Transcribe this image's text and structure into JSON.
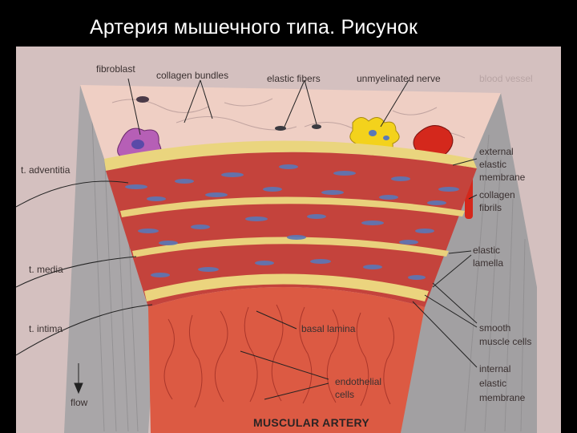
{
  "slide": {
    "title": "Артерия мышечного типа. Рисунок"
  },
  "figure": {
    "caption": "MUSCULAR ARTERY",
    "labels_top": {
      "fibroblast": "fibroblast",
      "collagen_bundles": "collagen bundles",
      "elastic_fibers": "elastic fibers",
      "unmyelinated_nerve": "unmyelinated nerve",
      "blood_vessel": "blood vessel"
    },
    "labels_left": {
      "adventitia": "t. adventitia",
      "media": "t. media",
      "intima": "t. intima",
      "flow": "flow"
    },
    "labels_right": {
      "external_1": "external",
      "external_2": "elastic",
      "external_3": "membrane",
      "collagen_1": "collagen",
      "collagen_2": "fibrils",
      "elastic_lamella_1": "elastic",
      "elastic_lamella_2": "lamella",
      "smooth_1": "smooth",
      "smooth_2": "muscle cells",
      "internal_1": "internal",
      "internal_2": "elastic",
      "internal_3": "membrane"
    },
    "labels_center": {
      "basal_lamina": "basal lamina",
      "endothelial_1": "endothelial",
      "endothelial_2": "cells"
    },
    "colors": {
      "page": "#d8c5c4",
      "adventitia": "#eecbc0",
      "media": "#c0413a",
      "intima": "#d8553f",
      "lamella": "#e9d17c",
      "nuclei": "#5a78b8",
      "side_walls": "#a8a6a8",
      "fibroblast": "#b05bb0",
      "nerve": "#f0d020",
      "vessel": "#d02a20"
    }
  }
}
